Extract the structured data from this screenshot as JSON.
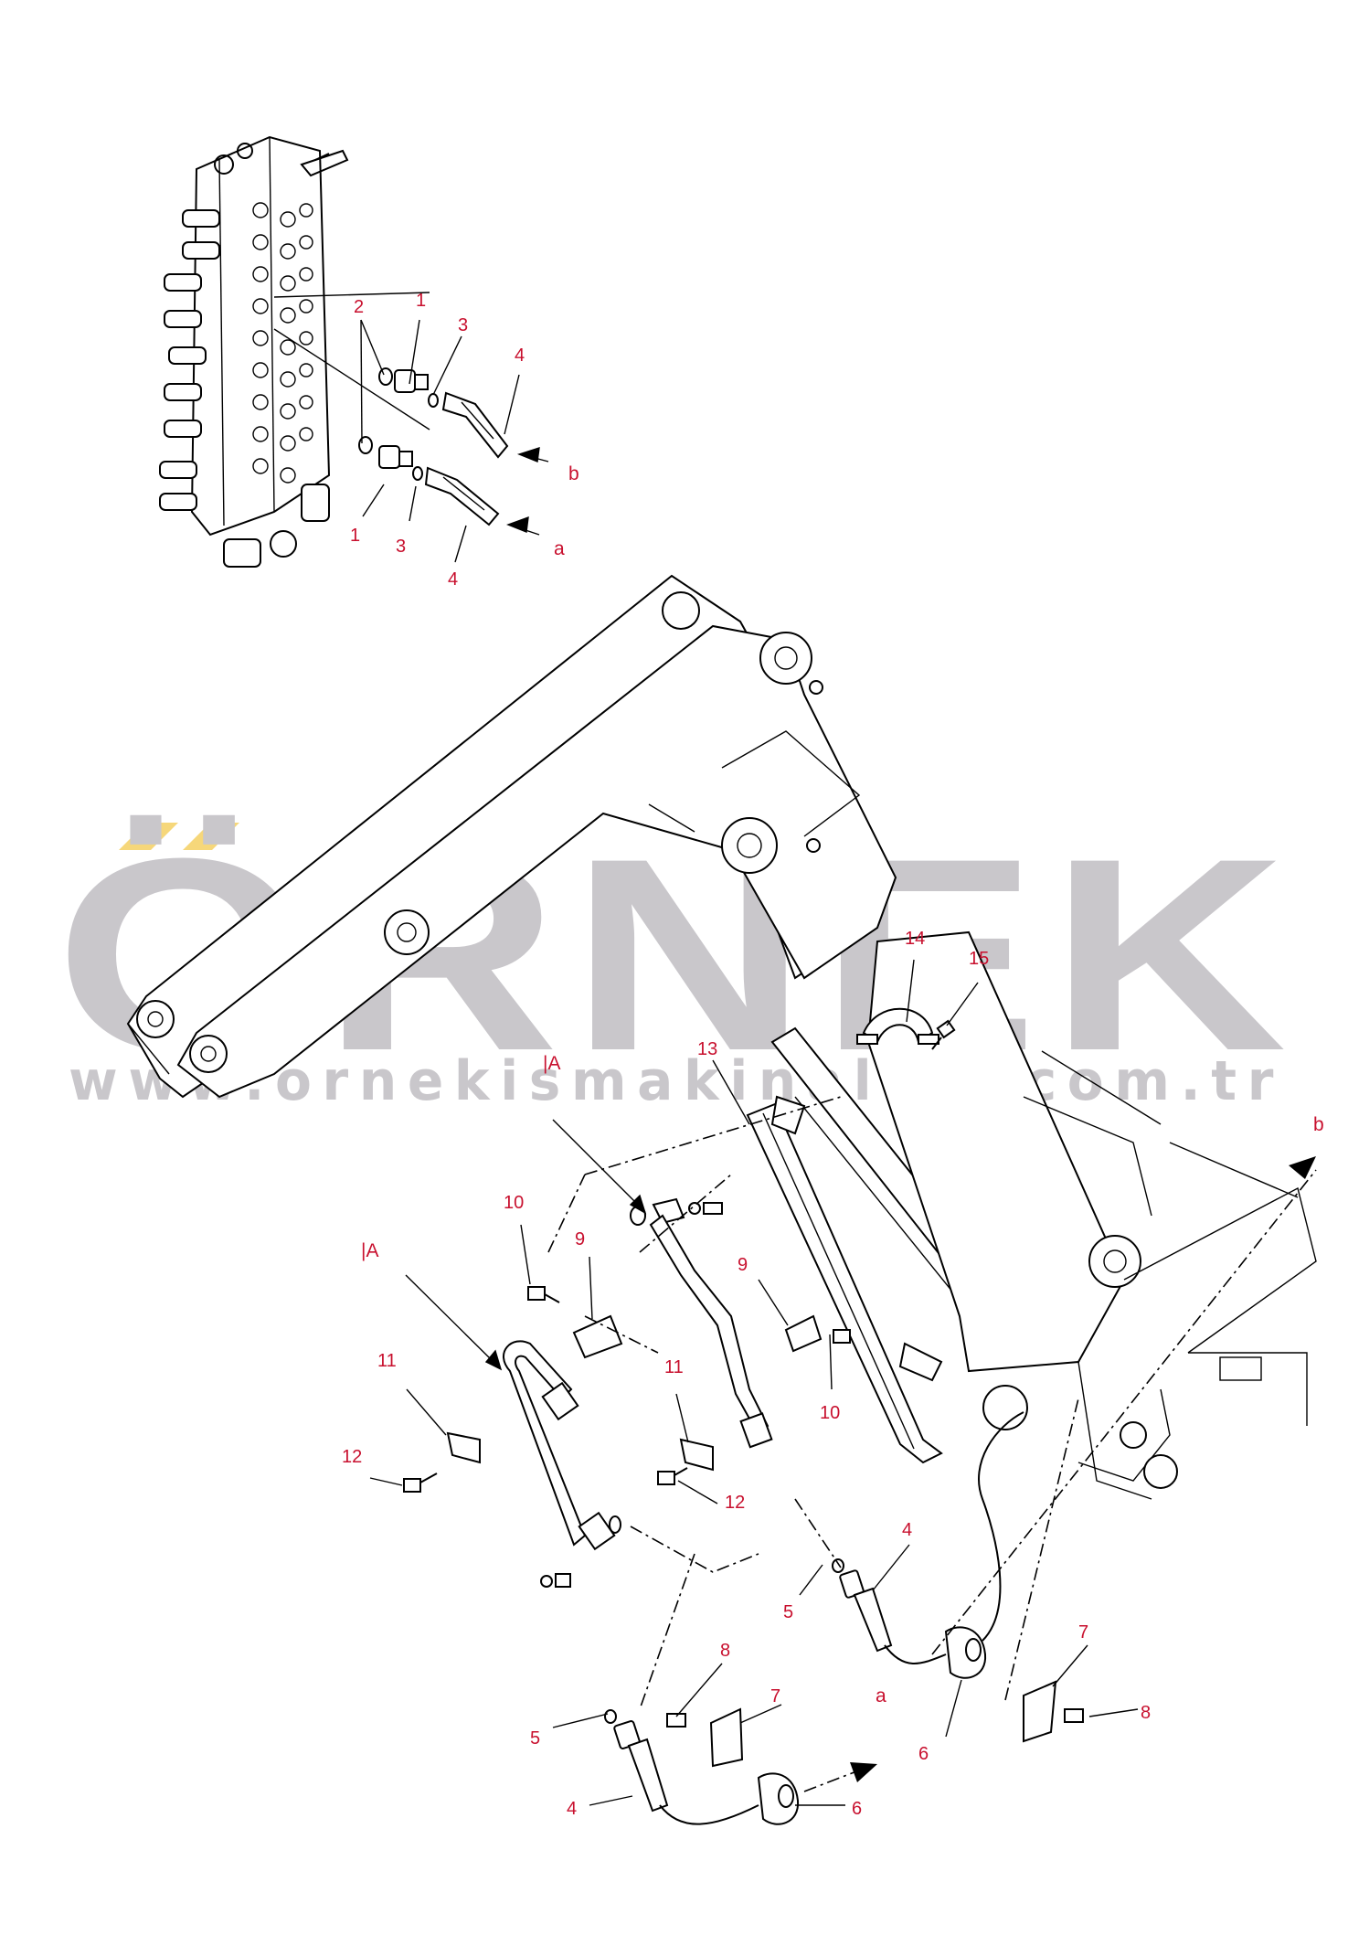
{
  "watermark": {
    "brand": "ÖRNEK",
    "url": "www.ornekismakinalari.com.tr",
    "colors": {
      "text": "#c9c7cb",
      "accent": "#f6d77a"
    }
  },
  "colors": {
    "callout": "#c8102e",
    "lines": "#000000",
    "background": "#ffffff"
  },
  "callouts": {
    "valve_2": "2",
    "valve_1_top": "1",
    "valve_3_top": "3",
    "valve_4_top": "4",
    "valve_b": "b",
    "valve_1_bot": "1",
    "valve_3_bot": "3",
    "valve_4_bot": "4",
    "valve_a": "a",
    "c14": "14",
    "c15": "15",
    "c13": "13",
    "view_a_right": "|A",
    "c10_left": "10",
    "c9_left": "9",
    "c9_right": "9",
    "view_a_left": "|A",
    "c11_left": "11",
    "c11_right": "11",
    "c12_left": "12",
    "c10_right": "10",
    "c12_right": "12",
    "b_right": "b",
    "c4_mid": "4",
    "c5_mid": "5",
    "c7_right": "7",
    "c8_right": "8",
    "c6_mid": "6",
    "c8_bot": "8",
    "c7_bot": "7",
    "a_bot": "a",
    "c5_bot": "5",
    "c4_bot": "4",
    "c6_bot": "6"
  }
}
